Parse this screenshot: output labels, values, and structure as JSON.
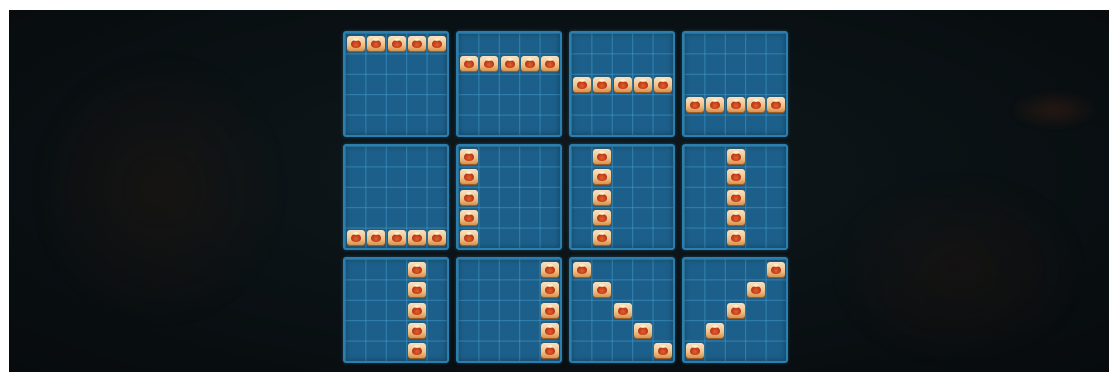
{
  "background": {
    "base_color": "#0a1114",
    "panel_fill": "#1c5f8a",
    "panel_border": "#2a7fae",
    "panel_gridline": "#46a0d2"
  },
  "symbol": {
    "name": "lotus-coin-icon",
    "colors": [
      "#f7e2c2",
      "#efc28a",
      "#d48a45",
      "#c0391a"
    ]
  },
  "grid_size": {
    "rows": 5,
    "cols": 5
  },
  "paylines": [
    {
      "id": 1,
      "positions": [
        0,
        0,
        0,
        0,
        0
      ]
    },
    {
      "id": 2,
      "positions": [
        1,
        1,
        1,
        1,
        1
      ]
    },
    {
      "id": 3,
      "positions": [
        2,
        2,
        2,
        2,
        2
      ]
    },
    {
      "id": 4,
      "positions": [
        3,
        3,
        3,
        3,
        3
      ]
    },
    {
      "id": 5,
      "positions": [
        4,
        4,
        4,
        4,
        4
      ]
    },
    {
      "id": 6,
      "orientation": "vertical",
      "column": 0
    },
    {
      "id": 7,
      "orientation": "vertical",
      "column": 1
    },
    {
      "id": 8,
      "orientation": "vertical",
      "column": 2
    },
    {
      "id": 9,
      "orientation": "vertical",
      "column": 3
    },
    {
      "id": 10,
      "orientation": "vertical",
      "column": 4
    },
    {
      "id": 11,
      "positions": [
        0,
        1,
        2,
        3,
        4
      ]
    },
    {
      "id": 12,
      "positions": [
        4,
        3,
        2,
        1,
        0
      ]
    }
  ]
}
